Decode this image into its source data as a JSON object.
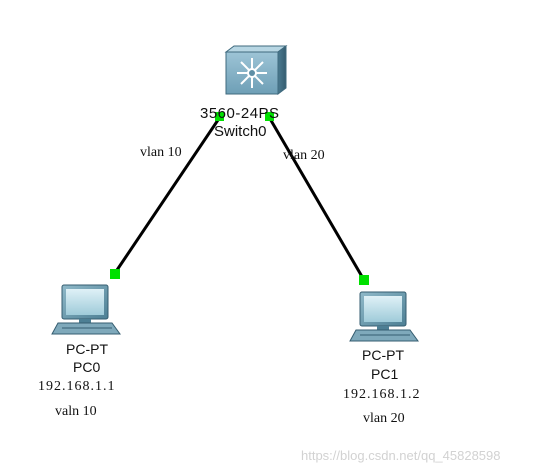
{
  "switch": {
    "model": "3560-24PS",
    "name": "Switch0",
    "icon": "layer3-switch-icon"
  },
  "pc0": {
    "type": "PC-PT",
    "name": "PC0",
    "ip": "192.168.1.1",
    "note": "valn 10",
    "icon": "desktop-pc-icon"
  },
  "pc1": {
    "type": "PC-PT",
    "name": "PC1",
    "ip": "192.168.1.2",
    "note": "vlan 20",
    "icon": "desktop-pc-icon"
  },
  "links": [
    {
      "label": "vlan 10"
    },
    {
      "label": "vlan 20"
    }
  ],
  "watermark": "https://blog.csdn.net/qq_45828598",
  "colors": {
    "link": "#000000",
    "port_up": "#00e000",
    "switch_body": "#5f8fa6",
    "pc_screen": "#bfe0ea"
  }
}
